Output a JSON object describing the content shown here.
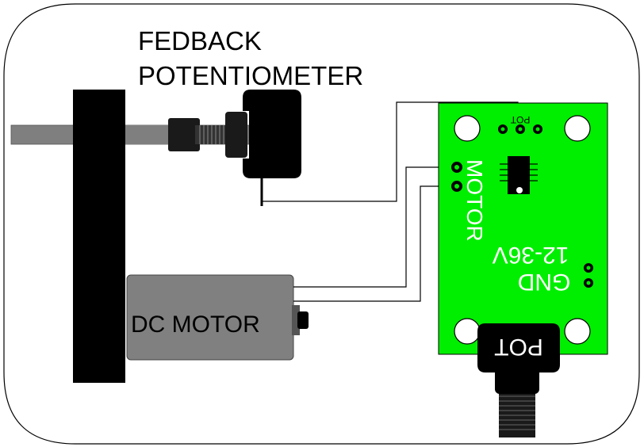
{
  "labels": {
    "feedback_pot_line1": "FEDBACK",
    "feedback_pot_line2": "POTENTIOMETER",
    "dc_motor": "DC MOTOR",
    "board_pot_header": "POT",
    "board_motor": "MOTOR",
    "board_voltage": "12-36V",
    "board_gnd": "GND",
    "board_pot_knob": "POT"
  },
  "colors": {
    "board_green": "#00ee00",
    "frame_black": "#000000",
    "shaft_gray": "#7f7f7f",
    "motor_gray": "#808080",
    "wire": "#000000"
  }
}
